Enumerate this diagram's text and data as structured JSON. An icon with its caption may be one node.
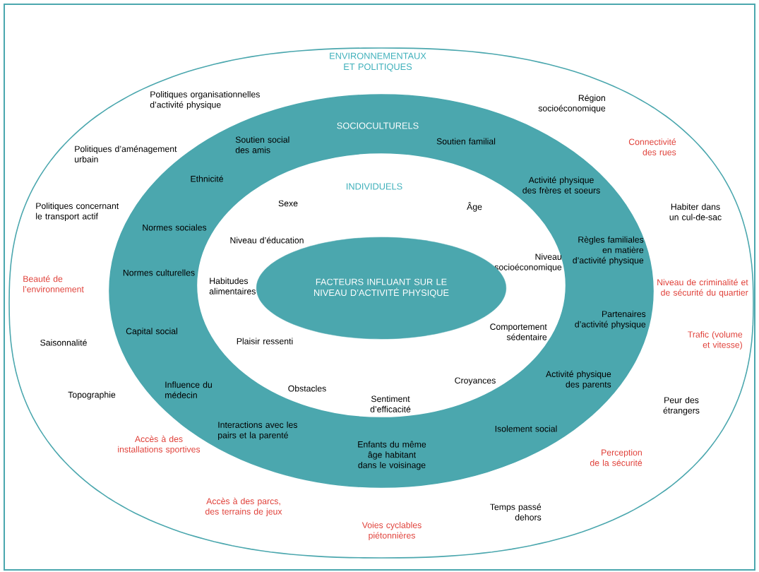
{
  "diagram": {
    "nodes": [
      {
        "text": [
          "ENVIRONNEMENTAUX ET POLITIQUES",
          "Politiques organisationnelles d’activité physique",
          "Région socioéconomique",
          "Politiques d’aménagement urbain",
          "Connectivité des rues",
          "Politiques concernant le transport actif",
          "Habiter dans un cul-de-sac",
          "Beauté de l’environnement",
          "Niveau de criminalité et de sécurité du quartier",
          "Saisonnalité",
          "Trafic (volume et vitesse)",
          "Topographie",
          "Peur des étrangers",
          "Accès à des installations sportives",
          "Perception de la sécurité",
          "Accès à des parcs, des terrains de jeux",
          "Temps passé dehors",
          "Voies cyclables piétonnières"
        ]
      },
      {
        "text": [
          "SOCIOCULTURELS",
          "Soutien social des amis",
          "Soutien familial",
          "Ethnicité",
          "Activité physique des frères et soeurs",
          "Normes sociales",
          "Règles familiales en matière d’activité physique",
          "Normes culturelles",
          "Partenaires d’activité physique",
          "Capital social",
          "Activité physique des parents",
          "Influence du médecin",
          "Interactions avec les pairs et la parenté",
          "Isolement social",
          "Enfants du même âge habitant dans le voisinage"
        ],
        "in": 0
      },
      {
        "text": [
          "INDIVIDUELS",
          "Sexe",
          "Âge",
          "Niveau d’éducation",
          "Niveau socioéconomique",
          "Habitudes alimentaires",
          "Comportement sédentaire",
          "Plaisir ressenti",
          "Croyances",
          "Obstacles",
          "Sentiment d’efficacité"
        ],
        "in": 1
      },
      {
        "text": [
          "FACTEURS INFLUANT SUR LE NIVEAU D’ACTIVITÉ PHYSIQUE"
        ],
        "in": 2
      }
    ]
  }
}
